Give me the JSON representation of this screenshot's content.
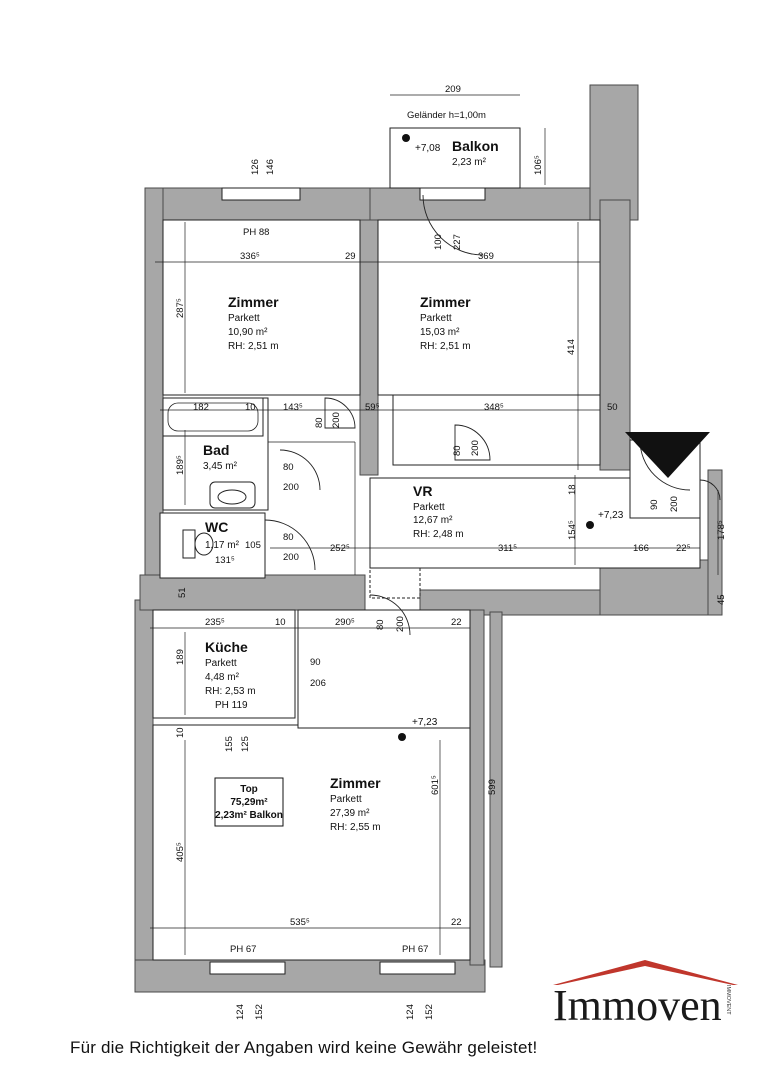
{
  "rooms": {
    "balkon": {
      "name": "Balkon",
      "area": "2,23 m²",
      "elev": "+7,08",
      "railing": "Geländer h=1,00m"
    },
    "zimmer1": {
      "name": "Zimmer",
      "floor": "Parkett",
      "area": "10,90 m²",
      "height": "RH: 2,51 m"
    },
    "zimmer2": {
      "name": "Zimmer",
      "floor": "Parkett",
      "area": "15,03 m²",
      "height": "RH: 2,51 m"
    },
    "bad": {
      "name": "Bad",
      "area": "3,45 m²"
    },
    "wc": {
      "name": "WC",
      "area": "1,17 m²"
    },
    "vr": {
      "name": "VR",
      "floor": "Parkett",
      "area": "12,67 m²",
      "height": "RH: 2,48 m",
      "elev": "+7,23"
    },
    "kueche": {
      "name": "Küche",
      "floor": "Parkett",
      "area": "4,48 m²",
      "height": "RH: 2,53 m",
      "ph": "PH 119"
    },
    "zimmer3": {
      "name": "Zimmer",
      "floor": "Parkett",
      "area": "27,39 m²",
      "height": "RH: 2,55 m",
      "elev": "+7,23"
    }
  },
  "summary": {
    "line1": "Top",
    "line2": "75,29m²",
    "line3": "2,23m² Balkon"
  },
  "dims": {
    "d209": "209",
    "d1065": "106⁵",
    "d126": "126",
    "d146": "146",
    "ph88": "PH 88",
    "d3365": "336⁵",
    "d29": "29",
    "d369": "369",
    "d2875": "287⁵",
    "d414": "414",
    "d100": "100",
    "d227": "227",
    "d182": "182",
    "d10": "10",
    "d1435": "143⁵",
    "d80a": "80",
    "d200a": "200",
    "d595": "59⁵",
    "d3485": "348⁵",
    "d50": "50",
    "d1895": "189⁵",
    "d80b": "80",
    "d200b": "200",
    "d80c": "80",
    "d200c": "200",
    "d18": "18",
    "d1545": "154⁵",
    "d90": "90",
    "d200d": "200",
    "d80d": "80",
    "d200e": "200",
    "d2525": "252⁵",
    "d3115": "311⁵",
    "d166": "166",
    "d225": "22⁵",
    "d1785": "178⁵",
    "d1315": "131⁵",
    "d105": "105",
    "d51": "51",
    "d45": "45",
    "d2355": "235⁵",
    "d10b": "10",
    "d2905": "290⁵",
    "d22a": "22",
    "d80e": "80",
    "d200f": "200",
    "d189": "189",
    "d90b": "90",
    "d206": "206",
    "d155": "155",
    "d125": "125",
    "d10c": "10",
    "d6015": "601⁵",
    "d599": "599",
    "d4055": "405⁵",
    "d5355": "535⁵",
    "d22b": "22",
    "ph67a": "PH 67",
    "ph67b": "PH 67",
    "d124a": "124",
    "d152a": "152",
    "d124b": "124",
    "d152b": "152"
  },
  "logo": {
    "text": "Immoven",
    "small": "IMMOVENT",
    "roof_color": "#c0362c"
  },
  "disclaimer": "Für die Richtigkeit der Angaben wird keine Gewähr geleistet!"
}
